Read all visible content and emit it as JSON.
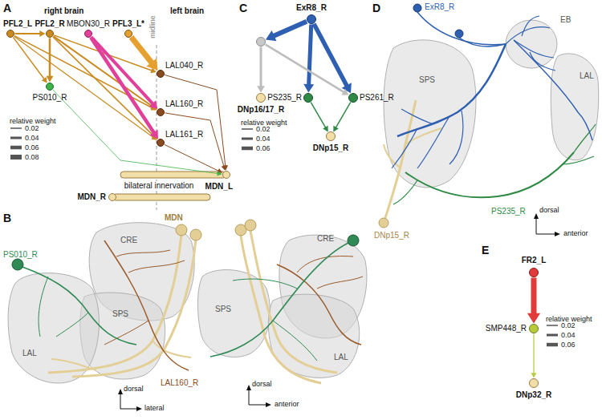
{
  "diagram": {
    "nodes": [
      {
        "text": [
          "PFL2_L"
        ]
      },
      {
        "text": [
          "PFL2_R"
        ]
      },
      {
        "text": [
          "MBON30_R"
        ]
      },
      {
        "text": [
          "PFL3_L*"
        ]
      },
      {
        "text": [
          "LAL040_R"
        ]
      },
      {
        "text": [
          "PS010_R"
        ]
      },
      {
        "text": [
          "LAL160_R"
        ]
      },
      {
        "text": [
          "LAL161_R"
        ]
      },
      {
        "text": [
          "MDN_R"
        ]
      },
      {
        "text": [
          "MDN_L"
        ]
      },
      {
        "text": [
          "ExR8_R"
        ]
      },
      {
        "text": []
      },
      {
        "text": [
          "DNp16/17_R"
        ]
      },
      {
        "text": [
          "PS235_R"
        ]
      },
      {
        "text": [
          "PS261_R"
        ]
      },
      {
        "text": [
          "DNp15_R"
        ]
      },
      {
        "text": [
          "FR2_L"
        ]
      },
      {
        "text": [
          "SMP448_R"
        ]
      },
      {
        "text": [
          "DNp32_R"
        ]
      }
    ],
    "edges": [
      {
        "from": 0,
        "to": 1,
        "arrow": "to"
      },
      {
        "from": 0,
        "to": 5,
        "arrow": "to"
      },
      {
        "from": 0,
        "to": 6,
        "arrow": "to"
      },
      {
        "from": 0,
        "to": 7,
        "arrow": "to"
      },
      {
        "from": 1,
        "to": 5,
        "arrow": "to"
      },
      {
        "from": 1,
        "to": 4,
        "arrow": "to"
      },
      {
        "from": 1,
        "to": 6,
        "arrow": "to"
      },
      {
        "from": 1,
        "to": 7,
        "arrow": "to"
      },
      {
        "from": 2,
        "to": 6,
        "arrow": "to"
      },
      {
        "from": 2,
        "to": 7,
        "arrow": "to"
      },
      {
        "from": 3,
        "to": 4,
        "arrow": "to"
      },
      {
        "from": 4,
        "to": 9,
        "arrow": "to"
      },
      {
        "from": 6,
        "to": 9,
        "arrow": "to"
      },
      {
        "from": 7,
        "to": 9,
        "arrow": "to"
      },
      {
        "from": 5,
        "to": 9,
        "arrow": "to"
      },
      {
        "from": 10,
        "to": 11,
        "arrow": "to"
      },
      {
        "from": 10,
        "to": 13,
        "arrow": "to"
      },
      {
        "from": 10,
        "to": 14,
        "arrow": "to"
      },
      {
        "from": 11,
        "to": 12,
        "arrow": "to"
      },
      {
        "from": 11,
        "to": 14,
        "arrow": "to"
      },
      {
        "from": 13,
        "to": 15,
        "arrow": "to"
      },
      {
        "from": 14,
        "to": 15,
        "arrow": "to"
      },
      {
        "from": 16,
        "to": 17,
        "arrow": "to"
      },
      {
        "from": 17,
        "to": 18,
        "arrow": "to"
      }
    ],
    "labels": [
      "A",
      "right brain",
      "left brain",
      "midline",
      "bilateral innervation",
      "relative weight",
      "B",
      "CRE",
      "LAL",
      "SPS",
      "MDN",
      "PS010_R",
      "LAL160_R",
      "dorsal",
      "lateral",
      "CRE",
      "SPS",
      "LAL",
      "dorsal",
      "anterior",
      "C",
      "relative weight",
      "D",
      "ExR8_R",
      "EB",
      "SPS",
      "LAL",
      "DNp15_R",
      "PS235_R",
      "dorsal",
      "anterior",
      "E",
      "relative weight"
    ],
    "legend": [
      {
        "text": "0.02"
      },
      {
        "text": "0.04"
      },
      {
        "text": "0.06"
      },
      {
        "text": "0.08"
      },
      {
        "text": "0.02"
      },
      {
        "text": "0.04"
      },
      {
        "text": "0.06"
      },
      {
        "text": "0.02"
      },
      {
        "text": "0.04"
      },
      {
        "text": "0.06"
      }
    ]
  }
}
